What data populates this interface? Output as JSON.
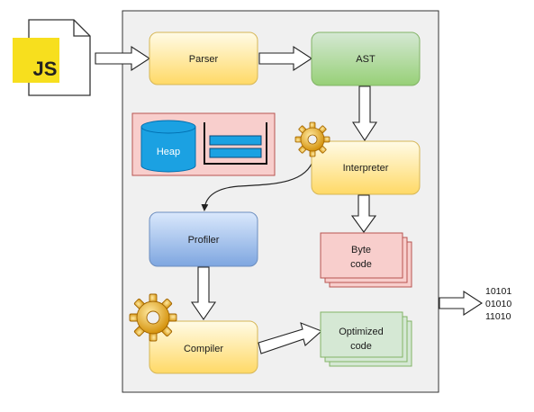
{
  "file_icon": {
    "label": "JS"
  },
  "nodes": {
    "parser": "Parser",
    "ast": "AST",
    "heap": "Heap",
    "interpreter": "Interpreter",
    "profiler": "Profiler",
    "bytecode": [
      "Byte",
      "code"
    ],
    "compiler": "Compiler",
    "optimized": [
      "Optimized",
      "code"
    ]
  },
  "binary_output": [
    "10101",
    "01010",
    "11010"
  ],
  "colors": {
    "yellow_fill": "#fff2cc",
    "yellow_stroke": "#d6b656",
    "green_fill": "#d5e8d4",
    "green_stroke": "#82b366",
    "red_fill": "#f8cecc",
    "red_stroke": "#b85450",
    "blue_fill": "#dae8fc",
    "blue_stroke": "#6c8ebf",
    "heap_blue": "#1ba1e2",
    "container_fill": "#f0f0f0",
    "js_yellow": "#f7df1e"
  }
}
